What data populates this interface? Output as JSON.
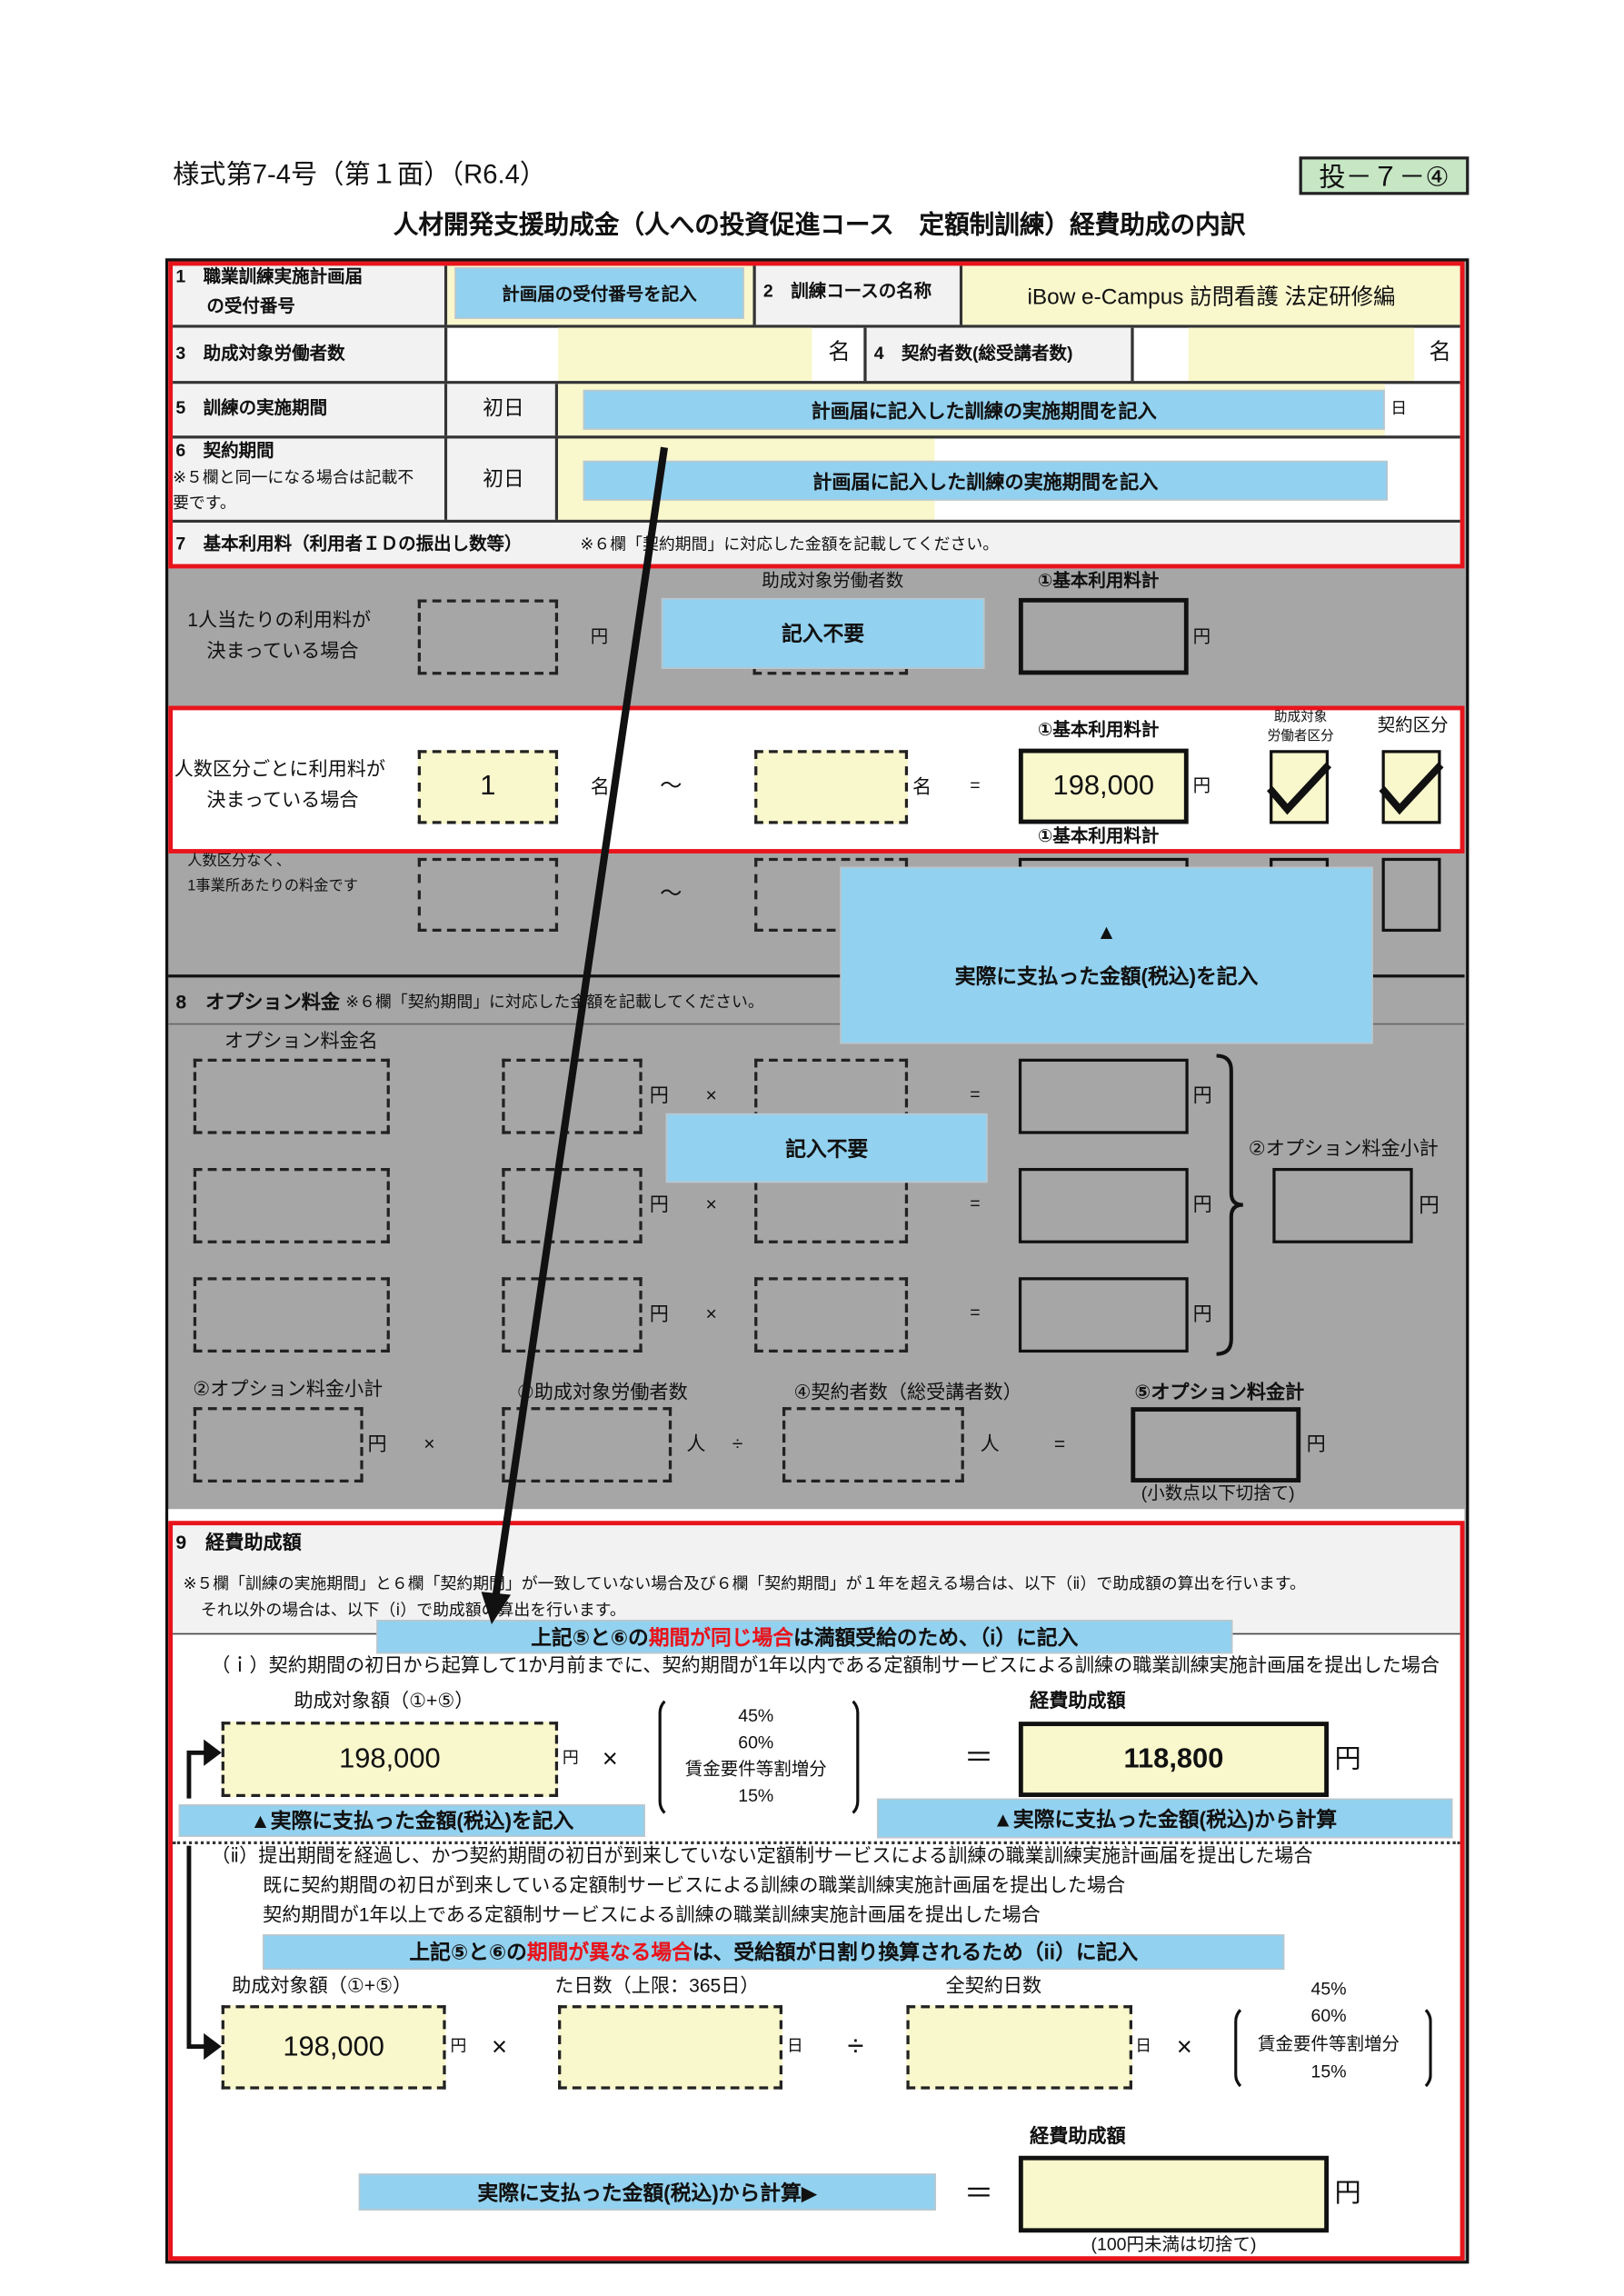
{
  "header": {
    "form_id": "様式第7-4号（第１面）（R6.4）",
    "badge": "投－７－④",
    "title": "人材開発支援助成金（人への投資促進コース　定額制訓練）経費助成の内訳"
  },
  "s1": {
    "r1_label_a": "1　職業訓練実施計画届",
    "r1_label_b": "の受付番号",
    "reg_hint": "計画届の受付番号を記入",
    "course_label": "2　訓練コースの名称",
    "course_name": "iBow e-Campus 訪問看護 法定研修編",
    "workers_label": "3　助成対象労働者数",
    "unit_person": "名",
    "contract_label": "4　契約者数(総受講者数)",
    "period_label": "5　訓練の実施期間",
    "first_day": "初日",
    "period_hint": "計画届に記入した訓練の実施期間を記入",
    "day": "日",
    "contract_period_label": "6　契約期間",
    "note_a": "※５欄と同一になる場合は記載不",
    "note_b": "要です。",
    "r7_label": "7　基本利用料（利用者ＩＤの振出し数等）",
    "r7_note": "※６欄「契約期間」に対応した金額を記載してください。"
  },
  "s7": {
    "sub1_a": "1人当たりの利用料が",
    "sub1_b": "決まっている場合",
    "yen": "円",
    "workers_col": "助成対象労働者数",
    "total_label": "①基本利用料計",
    "not_required": "記入不要",
    "sub2_a": "人数区分ごとに利用料が",
    "sub2_b": "決まっている場合",
    "from_value": "1",
    "tilde": "～",
    "equal": "=",
    "total_value": "198,000",
    "worker_class_a": "助成対象",
    "worker_class_b": "労働者区分",
    "contract_class": "契約区分",
    "worker_class_checked": true,
    "contract_class_checked": true,
    "sub3_a": "人数区分なく、",
    "sub3_b": "1事業所あたりの料金です",
    "big_hint_arrow": "▲",
    "big_hint": "実際に支払った金額(税込)を記入"
  },
  "s8": {
    "title": "8　オプション料金",
    "note": "※６欄「契約期間」に対応した金額を記載してください。",
    "name_col": "オプション料金名",
    "times": "×",
    "divide": "÷",
    "subtotal_label": "②オプション料金小計",
    "workers_label": "③助成対象労働者数",
    "contracts_label": "④契約者数（総受講者数）",
    "total_label": "⑤オプション料金計",
    "unit_people": "人",
    "rounding": "(小数点以下切捨て)",
    "not_required": "記入不要"
  },
  "s9": {
    "title": "9　経費助成額",
    "note1": "※５欄「訓練の実施期間」と６欄「契約期間」が一致していない場合及び６欄「契約期間」が１年を超える場合は、以下（ⅱ）で助成額の算出を行います。",
    "note2": "それ以外の場合は、以下（ⅰ）で助成額の算出を行います。",
    "banner_i_a": "上記⑤と⑥の",
    "banner_i_red": "期間が同じ場合",
    "banner_i_b": "は満額受給のため、（i）に記入",
    "case_i": "（ｉ）契約期間の初日から起算して1か月前までに、契約期間が1年以内である定額制サービスによる訓練の職業訓練実施計画届を提出した場合",
    "base_label": "助成対象額（①+⑤）",
    "base_value": "198,000",
    "rates": [
      "45%",
      "60%",
      "賃金要件等割増分",
      "15%"
    ],
    "result_label": "経費助成額",
    "result_value": "118,800",
    "equal": "＝",
    "hint_left": "▲実際に支払った金額(税込)を記入",
    "hint_right": "▲実際に支払った金額(税込)から計算",
    "case_ii_1": "（ⅱ）提出期間を経過し、かつ契約期間の初日が到来していない定額制サービスによる訓練の職業訓練実施計画届を提出した場合",
    "case_ii_2": "既に契約期間の初日が到来している定額制サービスによる訓練の職業訓練実施計画届を提出した場合",
    "case_ii_3": "契約期間が1年以上である定額制サービスによる訓練の職業訓練実施計画届を提出した場合",
    "banner_ii_a": "上記⑤と⑥の",
    "banner_ii_red": "期間が異なる場合",
    "banner_ii_b": "は、受給額が日割り換算されるため（ii）に記入",
    "days_label": "た日数（上限：365日）",
    "total_days_label": "全契約日数",
    "hint_bottom": "実際に支払った金額(税込)から計算▶",
    "rounding": "(100円未満は切捨て)"
  }
}
